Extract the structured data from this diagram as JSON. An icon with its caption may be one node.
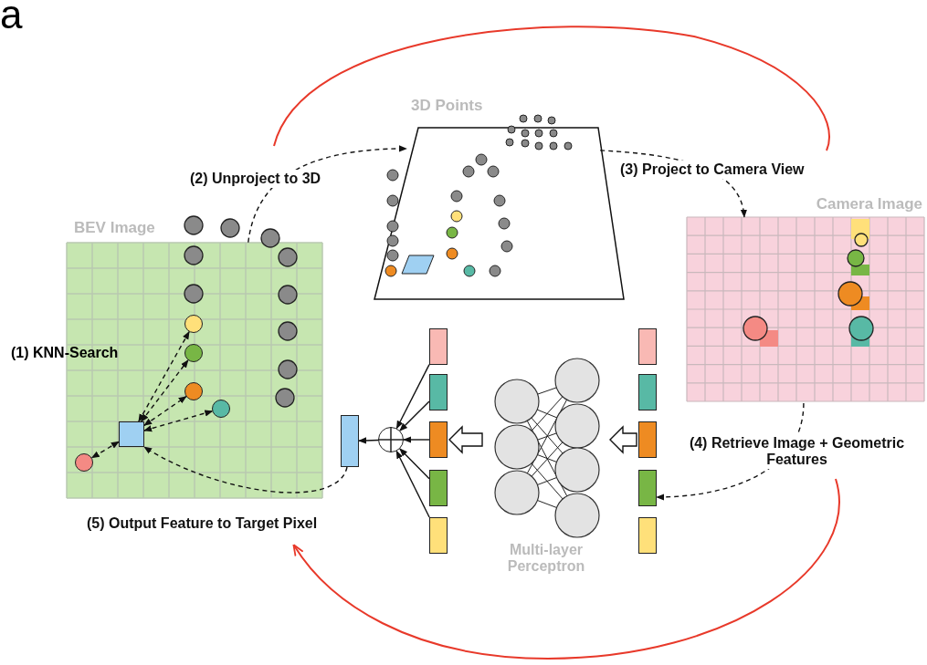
{
  "diagram": {
    "nodes": [
      {
        "text": [
          "BEV Image"
        ]
      },
      {
        "text": [],
        "shape": "box",
        "in": 0
      },
      {
        "text": [],
        "shape": "circle",
        "in": 0
      },
      {
        "text": [],
        "shape": "circle",
        "in": 0
      },
      {
        "text": [],
        "shape": "circle",
        "in": 0
      },
      {
        "text": [],
        "shape": "circle",
        "in": 0
      },
      {
        "text": [],
        "shape": "circle",
        "in": 0
      },
      {
        "text": [
          "3D Points"
        ]
      },
      {
        "text": [
          "Camera Image"
        ]
      },
      {
        "text": [
          "Multi-layer Perceptron"
        ]
      },
      {
        "text": [],
        "shape": "bar"
      },
      {
        "text": [],
        "shape": "bar"
      },
      {
        "text": [],
        "shape": "bar"
      },
      {
        "text": [],
        "shape": "bar"
      },
      {
        "text": [],
        "shape": "bar"
      },
      {
        "text": [],
        "shape": "bar"
      },
      {
        "text": [],
        "shape": "bar"
      },
      {
        "text": [],
        "shape": "bar"
      },
      {
        "text": [],
        "shape": "bar"
      },
      {
        "text": [],
        "shape": "bar"
      },
      {
        "text": [],
        "shape": "circle"
      },
      {
        "text": [],
        "shape": "bar"
      }
    ],
    "edges": [
      {
        "from": 1,
        "to": 2,
        "arrow": "both",
        "style": "dashed"
      },
      {
        "from": 1,
        "to": 3,
        "arrow": "both",
        "style": "dashed"
      },
      {
        "from": 1,
        "to": 4,
        "arrow": "both",
        "style": "dashed"
      },
      {
        "from": 1,
        "to": 5,
        "arrow": "both",
        "style": "dashed"
      },
      {
        "from": 1,
        "to": 6,
        "arrow": "both",
        "style": "dashed"
      },
      {
        "from": 0,
        "to": 7,
        "arrow": "to",
        "style": "dashed",
        "label": "(2) Unproject to 3D"
      },
      {
        "from": 7,
        "to": 8,
        "arrow": "to",
        "style": "dashed",
        "label": "(3) Project to Camera View"
      },
      {
        "from": 8,
        "to": 13,
        "arrow": "to",
        "style": "dashed",
        "label": "(4) Retrieve Image + Geometric Features"
      },
      {
        "from": 12,
        "to": 9,
        "arrow": "to",
        "style": "thick"
      },
      {
        "from": 9,
        "to": 17,
        "arrow": "to",
        "style": "thick"
      },
      {
        "from": 15,
        "to": 20,
        "arrow": "to"
      },
      {
        "from": 16,
        "to": 20,
        "arrow": "to"
      },
      {
        "from": 17,
        "to": 20,
        "arrow": "to"
      },
      {
        "from": 18,
        "to": 20,
        "arrow": "to"
      },
      {
        "from": 19,
        "to": 20,
        "arrow": "to"
      },
      {
        "from": 20,
        "to": 21,
        "arrow": "to"
      },
      {
        "from": 21,
        "to": 1,
        "arrow": "to",
        "style": "dashed",
        "label": "(5) Output Feature to Target Pixel"
      }
    ],
    "labels": [
      "a",
      "(1) KNN-Search"
    ]
  }
}
